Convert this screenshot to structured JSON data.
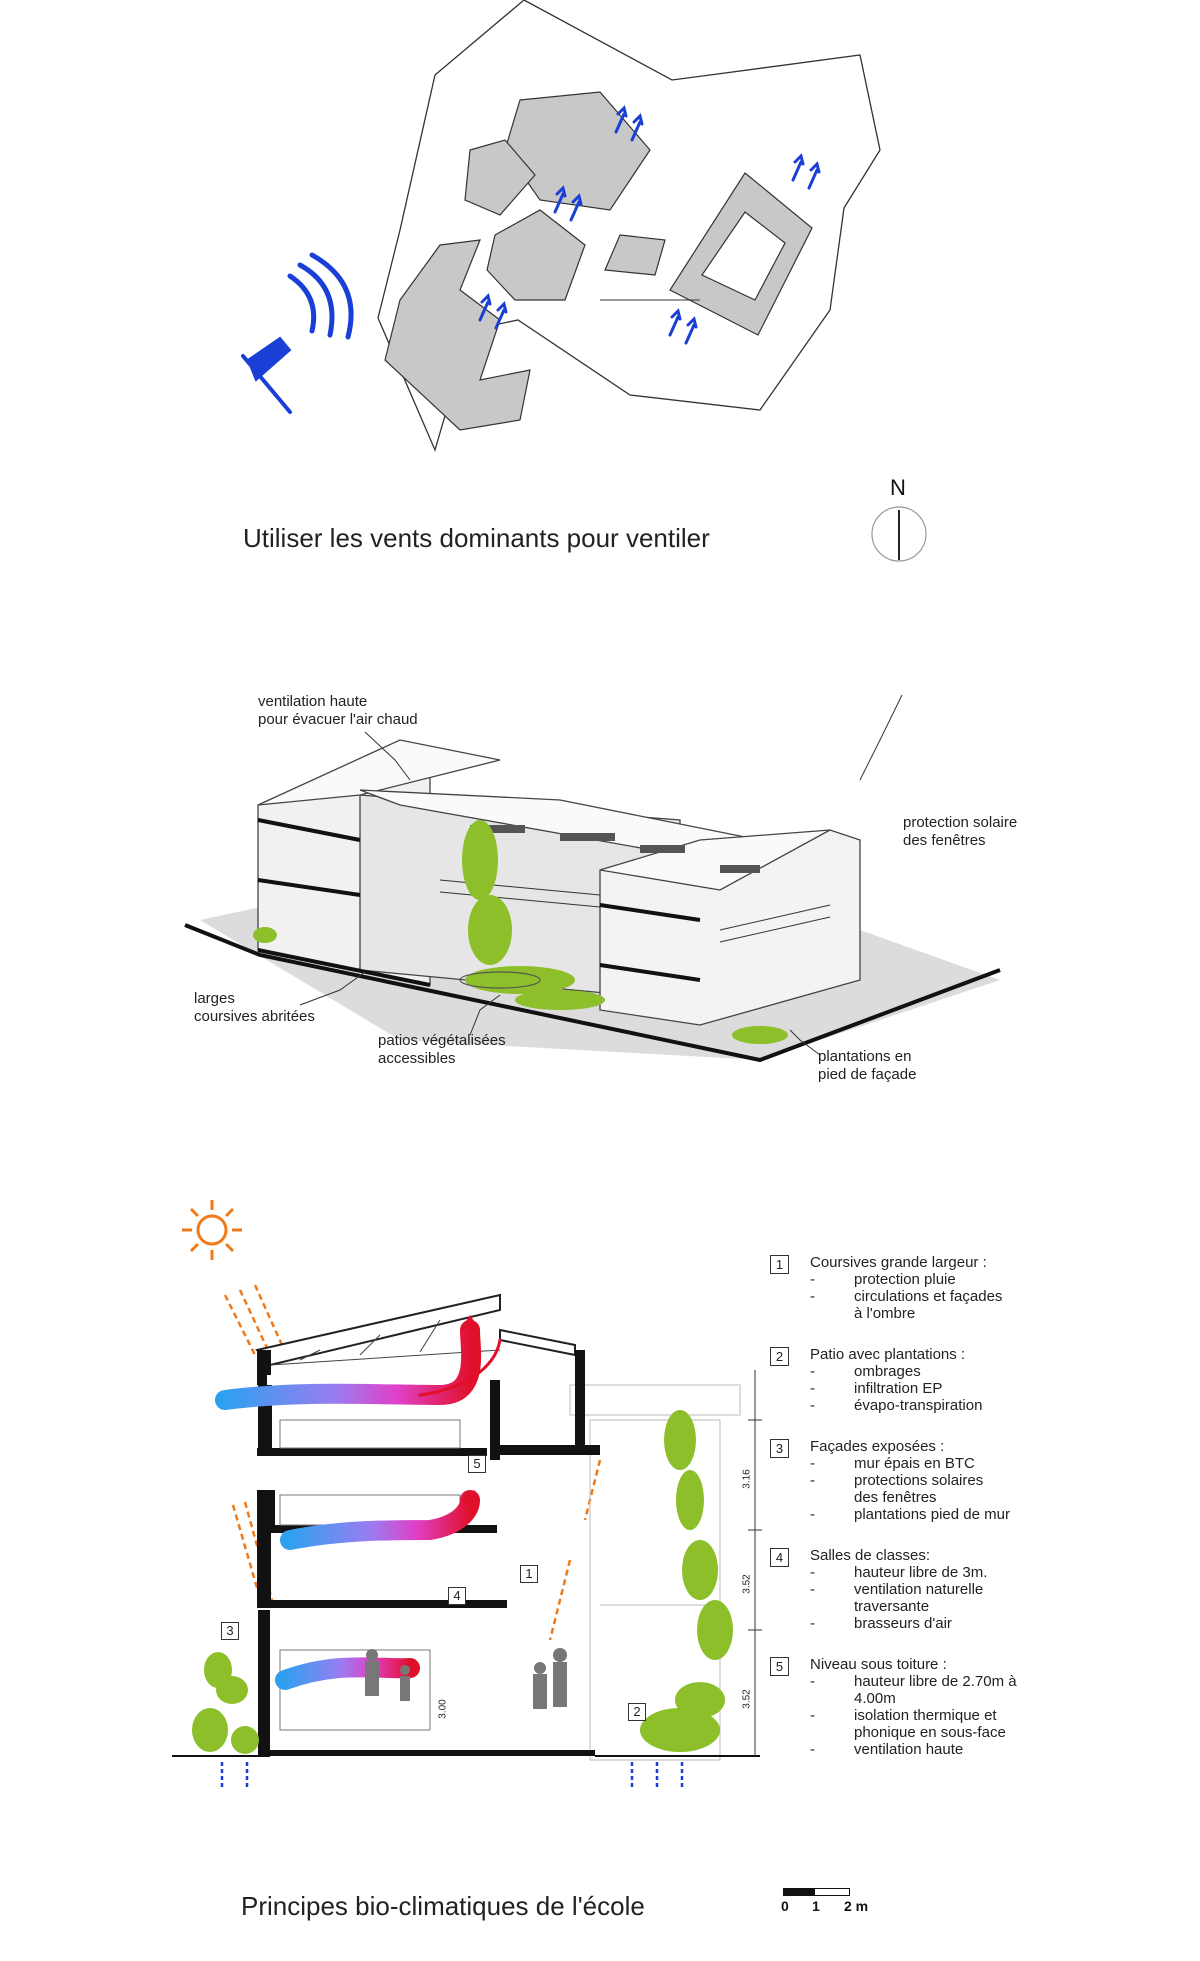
{
  "diagram1": {
    "title": "Utiliser les vents dominants pour ventiler",
    "north_label": "N"
  },
  "diagram2": {
    "labels": [
      "ventilation haute\npour évacuer l'air chaud",
      "protection solaire\ndes fenêtres",
      "larges\ncoursives abritées",
      "patios végétalisées\naccessibles",
      "plantations en\npied de façade"
    ]
  },
  "diagram3": {
    "title": "Principes bio-climatiques de l'école",
    "dimensions": [
      "3.16",
      "3.52",
      "3.52",
      "3.00"
    ],
    "section_numbers": [
      "5",
      "1",
      "4",
      "3",
      "2"
    ],
    "scale_labels": [
      "0",
      "1",
      "2 m"
    ],
    "legend": [
      {
        "num": "1",
        "title": "Coursives grande largeur :",
        "items": [
          "protection pluie",
          "circulations et façades\nà l'ombre"
        ]
      },
      {
        "num": "2",
        "title": "Patio avec plantations :",
        "items": [
          "ombrages",
          "infiltration EP",
          "évapo-transpiration"
        ]
      },
      {
        "num": "3",
        "title": "Façades exposées :",
        "items": [
          "mur épais en BTC",
          "protections solaires\ndes fenêtres",
          "plantations pied de mur"
        ]
      },
      {
        "num": "4",
        "title": "Salles de classes:",
        "items": [
          "hauteur libre de 3m.",
          "ventilation naturelle\ntraversante",
          "brasseurs d'air"
        ]
      },
      {
        "num": "5",
        "title": "Niveau sous toiture :",
        "items": [
          "hauteur libre de 2.70m à\n4.00m",
          "isolation thermique et\nphonique en sous-face",
          "ventilation haute"
        ]
      }
    ]
  },
  "colors": {
    "wind_blue": "#1a3fd6",
    "sun_orange": "#f07a1a",
    "plant_green": "#8cbf2a",
    "hot_red": "#e0102a",
    "cool_blue": "#2fa0f0",
    "wall_grey": "#c8c8c8"
  }
}
